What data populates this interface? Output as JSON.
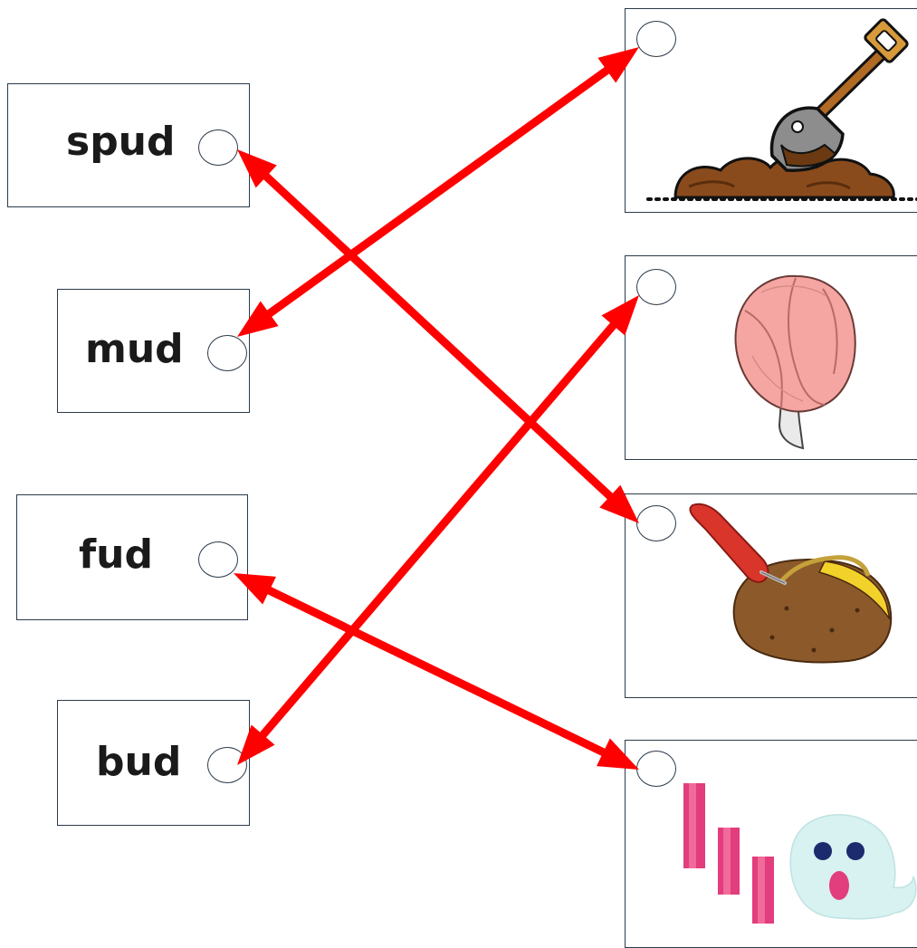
{
  "words": [
    {
      "id": "spud",
      "label": "spud"
    },
    {
      "id": "mud",
      "label": "mud"
    },
    {
      "id": "fud",
      "label": "fud"
    },
    {
      "id": "bud",
      "label": "bud"
    }
  ],
  "pictures": [
    {
      "id": "shovel-in-mud",
      "icon": "shovel-digging-mud-picture"
    },
    {
      "id": "flower-bud",
      "icon": "pink-flower-bud-picture"
    },
    {
      "id": "peeled-potato",
      "icon": "potato-peeler-picture"
    },
    {
      "id": "ghost-pink-bars",
      "icon": "ghost-with-pink-bars-picture"
    }
  ],
  "matches": [
    {
      "from": "spud",
      "to": "peeled-potato"
    },
    {
      "from": "mud",
      "to": "shovel-in-mud"
    },
    {
      "from": "fud",
      "to": "ghost-pink-bars"
    },
    {
      "from": "bud",
      "to": "flower-bud"
    }
  ],
  "colors": {
    "arrow": "#ff0000",
    "border": "#2b3a4a"
  }
}
